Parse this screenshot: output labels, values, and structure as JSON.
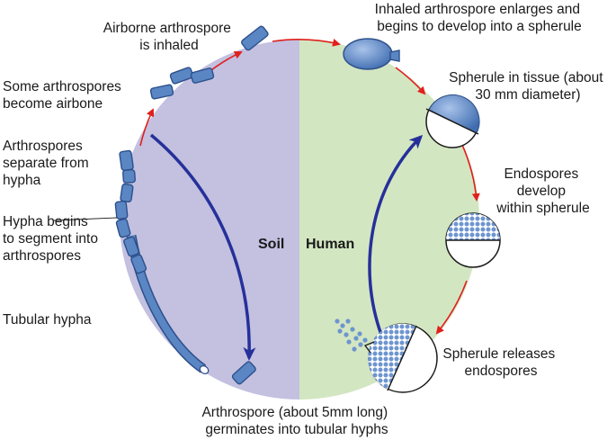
{
  "zones": {
    "left": "Soil",
    "right": "Human"
  },
  "colors": {
    "soil_fill": "#c3c0e0",
    "human_fill": "#d3e6c2",
    "cycle_arrow": "#e0201c",
    "inner_arrow": "#26309a",
    "spore_fill": "#5a86c4",
    "spore_dark": "#2d4f8a"
  },
  "labels": {
    "inhaled": [
      "Airborne arthrospore",
      "is inhaled"
    ],
    "enlarges": [
      "Inhaled arthrospore enlarges and",
      "begins to develop into a spherule"
    ],
    "airborne": [
      "Some arthrospores",
      "become airbone"
    ],
    "separate": [
      "Arthrospores",
      "separate from",
      "hypha"
    ],
    "segment": [
      "Hypha begins",
      "to segment into",
      "arthrospores"
    ],
    "tubular": [
      "Tubular hypha"
    ],
    "tissue": [
      "Spherule in tissue (about",
      "30 mm diameter)"
    ],
    "endospores": [
      "Endospores",
      "develop",
      "within spherule"
    ],
    "releases": [
      "Spherule releases",
      "endospores"
    ],
    "germinates": [
      "Arthrospore (about 5mm long)",
      "germinates into tubular hyphs"
    ]
  }
}
